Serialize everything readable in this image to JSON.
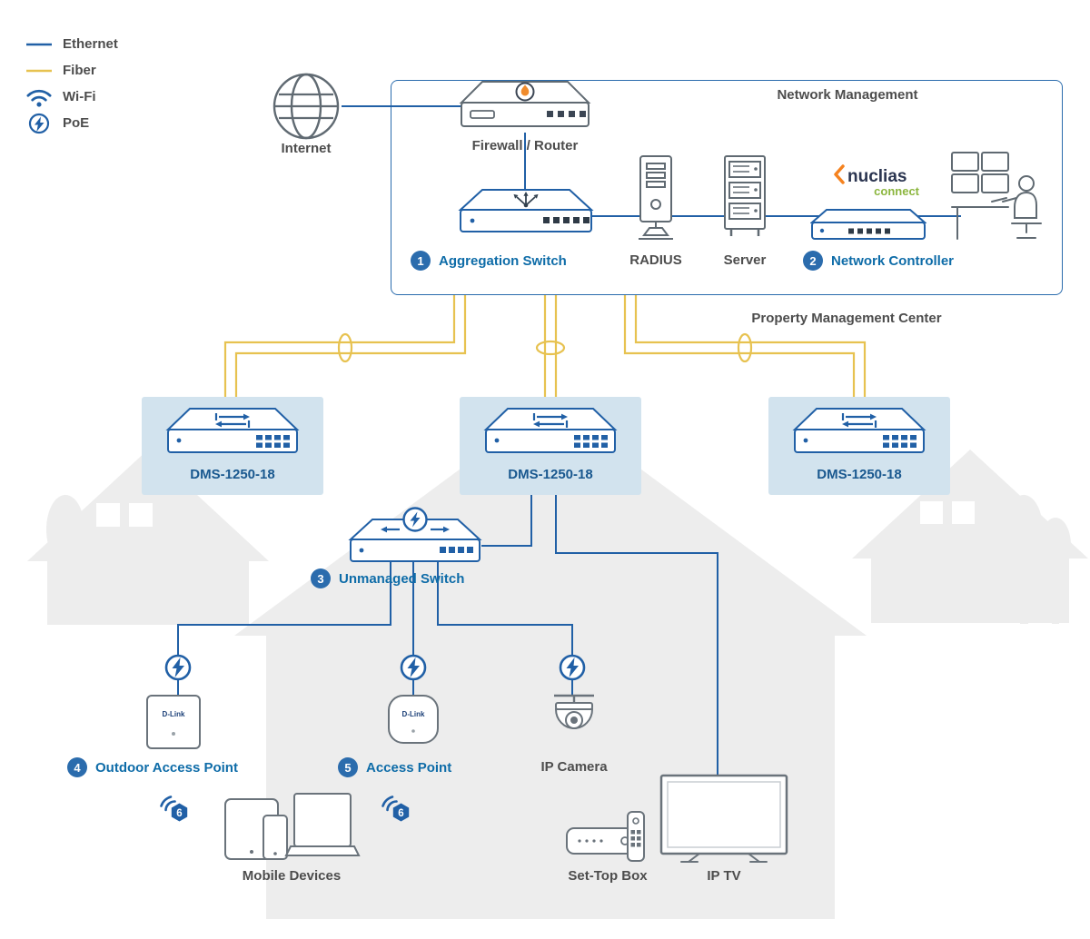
{
  "legend": {
    "ethernet": "Ethernet",
    "fiber": "Fiber",
    "wifi": "Wi-Fi",
    "poe": "PoE"
  },
  "internet": {
    "label": "Internet"
  },
  "management": {
    "title": "Network Management",
    "firewall_label": "Firewall / Router",
    "aggregation": {
      "num": "1",
      "label": "Aggregation Switch"
    },
    "radius_label": "RADIUS",
    "server_label": "Server",
    "controller": {
      "num": "2",
      "label": "Network Controller"
    },
    "brand": {
      "name": "nuclias",
      "sub": "connect"
    }
  },
  "property_label": "Property Management Center",
  "switches": {
    "dms1": "DMS-1250-18",
    "dms2": "DMS-1250-18",
    "dms3": "DMS-1250-18",
    "unmanaged": {
      "num": "3",
      "label": "Unmanaged Switch"
    }
  },
  "access": {
    "outdoor_ap": {
      "num": "4",
      "label": "Outdoor Access Point"
    },
    "indoor_ap": {
      "num": "5",
      "label": "Access Point"
    },
    "camera_label": "IP Camera",
    "wifi6_badge": "6",
    "dlink_brand": "D-Link"
  },
  "clients": {
    "mobile_label": "Mobile Devices",
    "stb_label": "Set-Top Box",
    "iptv_label": "IP TV"
  },
  "colors": {
    "ethernet_line": "#2160a6",
    "fiber_line": "#e7c250",
    "device_blue": "#2160a6",
    "device_gray": "#606a72",
    "label_blue": "#0e6ca8",
    "label_gray": "#4d4d4d",
    "badge_bg": "#2b6cad",
    "switch_panel_bg": "#d2e3ee",
    "house_fill": "#ededed",
    "nuclias_navy": "#2b3550",
    "nuclias_green": "#8cb63f",
    "nuclias_orange": "#f5821f",
    "flame_orange": "#ef8b2d"
  }
}
